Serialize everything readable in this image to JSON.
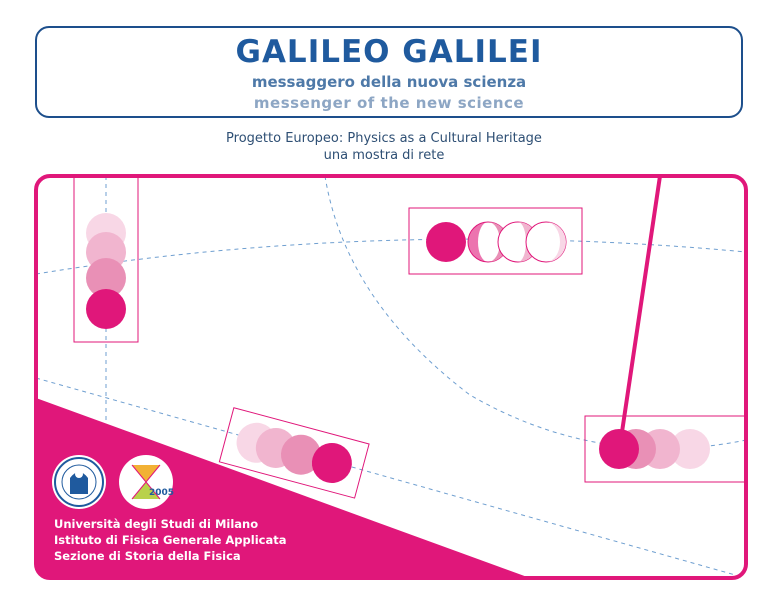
{
  "header": {
    "title": "GALILEO GALILEI",
    "subtitle_it": "messaggero della nuova scienza",
    "subtitle_en": "messenger of the new science"
  },
  "project": {
    "line1": "Progetto Europeo: Physics as a Cultural Heritage",
    "line2": "una mostra di rete"
  },
  "institution": {
    "line1": "Università degli Studi di Milano",
    "line2": "Istituto di Fisica Generale Applicata",
    "line3": "Sezione di Storia della Fisica"
  },
  "logos": {
    "left": "university-seal",
    "right": "world-year-of-physics-2005",
    "right_text": "2005"
  },
  "colors": {
    "magenta": "#e0177a",
    "blue": "#1f5a9e",
    "light_pink": "#f6c9dc",
    "mid_pink": "#eea0c2",
    "dashed_blue": "#6f9fd0"
  }
}
